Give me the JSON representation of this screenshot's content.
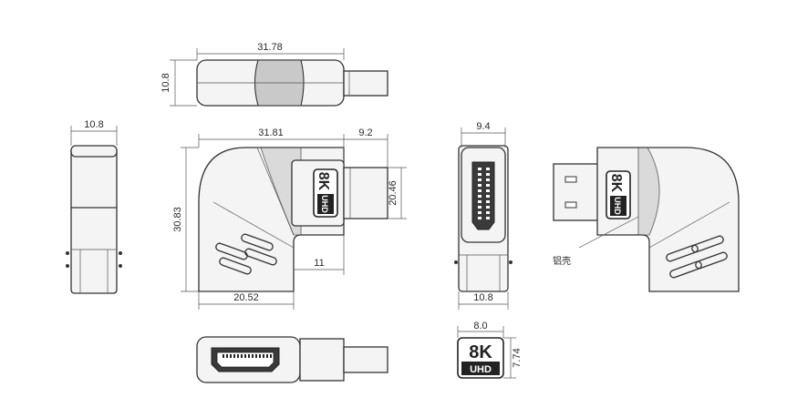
{
  "dimensions": {
    "top_length": "31.78",
    "top_height": "10.8",
    "left_width": "10.8",
    "front_width": "31.81",
    "plug_length": "9.2",
    "overall_height": "30.83",
    "plug_height": "20.46",
    "step_width": "11",
    "bottom_width": "20.52",
    "end_width": "9.4",
    "end_body_width": "10.8",
    "logo_width": "8.0",
    "logo_height": "7.74"
  },
  "labels": {
    "material_note": "铝壳",
    "logo_line1": "8K",
    "logo_line2": "UHD"
  }
}
